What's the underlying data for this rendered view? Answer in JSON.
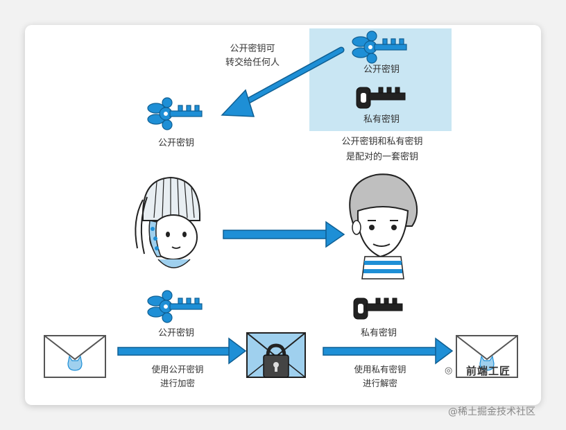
{
  "diagram": {
    "caption_give_key_line1": "公开密钥可",
    "caption_give_key_line2": "转交给任何人",
    "public_key_box_label": "公开密钥",
    "private_key_box_label": "私有密钥",
    "public_key_left_label": "公开密钥",
    "pair_caption_line1": "公开密钥和私有密钥",
    "pair_caption_line2": "是配对的一套密钥",
    "public_key_bottom_label": "公开密钥",
    "private_key_bottom_label": "私有密钥",
    "encrypt_caption_line1": "使用公开密钥",
    "encrypt_caption_line2": "进行加密",
    "decrypt_caption_line1": "使用私有密钥",
    "decrypt_caption_line2": "进行解密"
  },
  "watermarks": {
    "account_name": "前端工匠",
    "site": "@稀土掘金技术社区"
  },
  "colors": {
    "accent_blue": "#1e8fd6",
    "key_box_bg": "#c9e6f3",
    "private_key": "#222222"
  },
  "icons": [
    "public-key-icon",
    "private-key-icon",
    "envelope-icon",
    "locked-envelope-icon",
    "girl-illustration",
    "boy-illustration",
    "wechat-icon"
  ]
}
